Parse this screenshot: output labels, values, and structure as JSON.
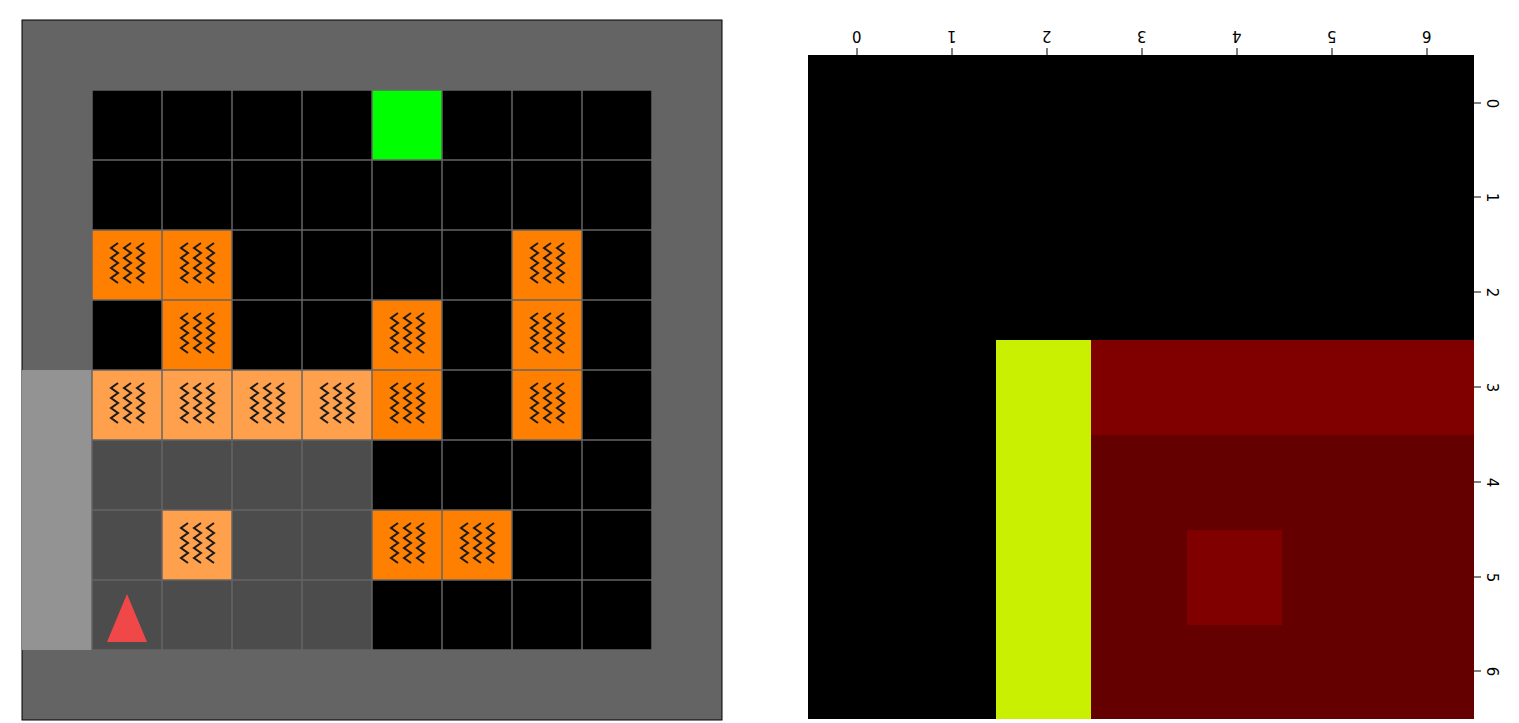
{
  "diagram": {
    "labels": [
      "0",
      "1",
      "2",
      "3",
      "4",
      "5",
      "6",
      "0",
      "1",
      "2",
      "3",
      "4",
      "5",
      "6"
    ]
  }
}
